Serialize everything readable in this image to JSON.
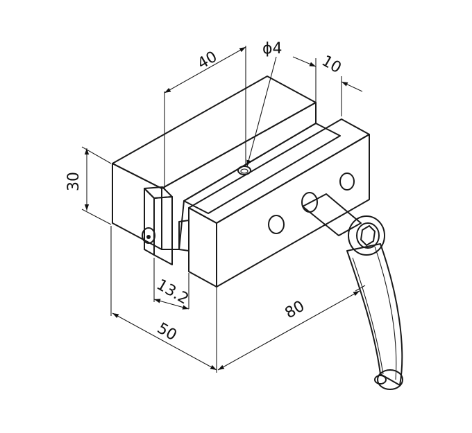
{
  "dimensions": {
    "width_40": "40",
    "diameter_4": "ϕ4",
    "width_10": "10",
    "height_30": "30",
    "offset_13_2": "13.2",
    "depth_50": "50",
    "length_80": "80"
  },
  "colors": {
    "face_top": "#f4f4f4",
    "face_front": "#e6e6e6",
    "face_side": "#d4d4d4",
    "handle": "#dcdcdc",
    "line": "#1a1a1a"
  }
}
